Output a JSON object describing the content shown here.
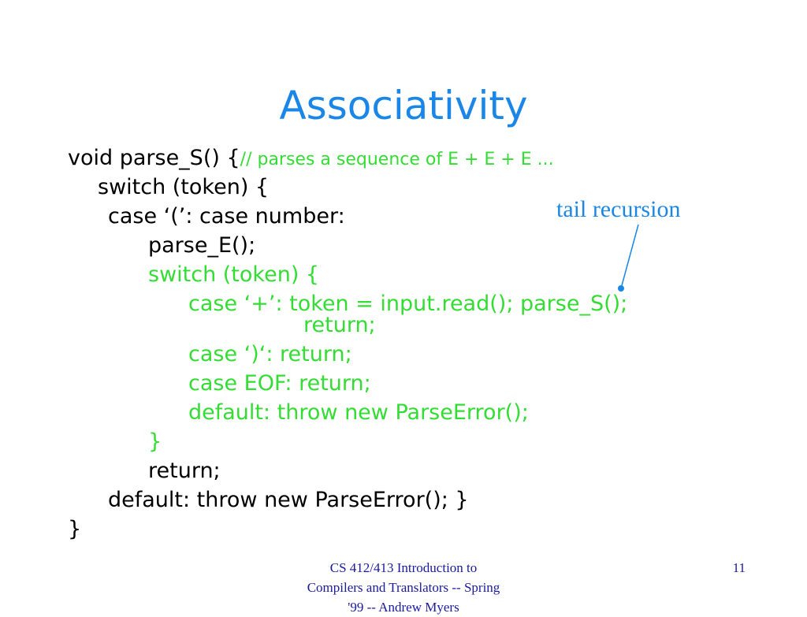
{
  "slide": {
    "title": "Associativity",
    "code": {
      "line1": "void parse_S() {",
      "line1_comment": "// parses a sequence of E + E + E ...",
      "line2": "switch (token) {",
      "line3": "case ‘(’: case number:",
      "line4": "parse_E();",
      "line5": "switch (token) {",
      "line6": "case ‘+’: token = input.read(); parse_S();",
      "line7": "return;",
      "line8": "case ‘)‘: return;",
      "line9": "case EOF: return;",
      "line10": "default: throw new ParseError();",
      "line11": "}",
      "line12": "return;",
      "line13": "default: throw new ParseError(); }",
      "line14": "}"
    },
    "annotation": "tail recursion",
    "footer": {
      "line1": "CS 412/413 Introduction to",
      "line2": "Compilers and Translators -- Spring",
      "line3": "'99 -- Andrew Myers"
    },
    "page_number": "11"
  },
  "colors": {
    "title": "#1a87e8",
    "code": "#000000",
    "highlight": "#33dd33",
    "footer": "#1a1aa0"
  }
}
